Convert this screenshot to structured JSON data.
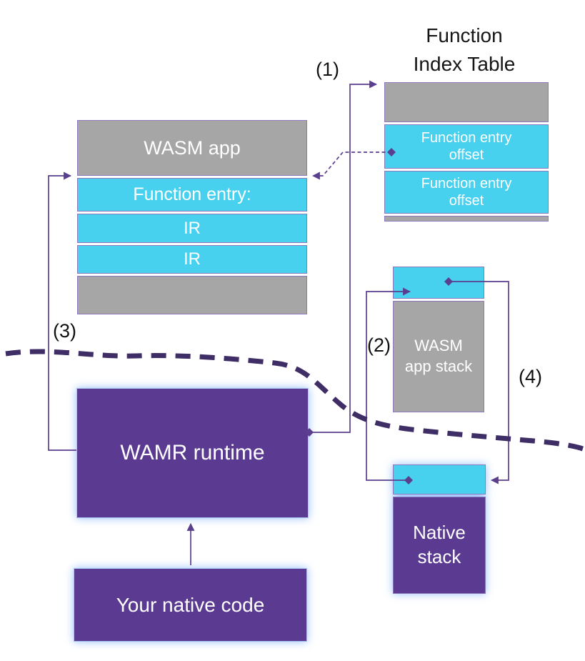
{
  "colors": {
    "gray": "#a6a6a6",
    "cyan": "#47d1ee",
    "purple": "#5b3b92",
    "line": "#5b3f8f",
    "divider": "#3f2d66",
    "border_purple": "#8d79bd",
    "title_text": "#161616"
  },
  "title": {
    "line1": "Function",
    "line2": "Index Table"
  },
  "labels": {
    "l1": "(1)",
    "l2": "(2)",
    "l3": "(3)",
    "l4": "(4)"
  },
  "wasm_app": {
    "header": "WASM app",
    "rows": [
      "Function entry:",
      "IR",
      "IR"
    ]
  },
  "function_index_table": {
    "rows": [
      "Function entry offset",
      "Function entry offset"
    ]
  },
  "wasm_app_stack": {
    "line1": "WASM",
    "line2": "app stack"
  },
  "native_stack": {
    "line1": "Native",
    "line2": "stack"
  },
  "wamr_runtime": {
    "label": "WAMR runtime"
  },
  "native_code": {
    "label": "Your native code"
  }
}
